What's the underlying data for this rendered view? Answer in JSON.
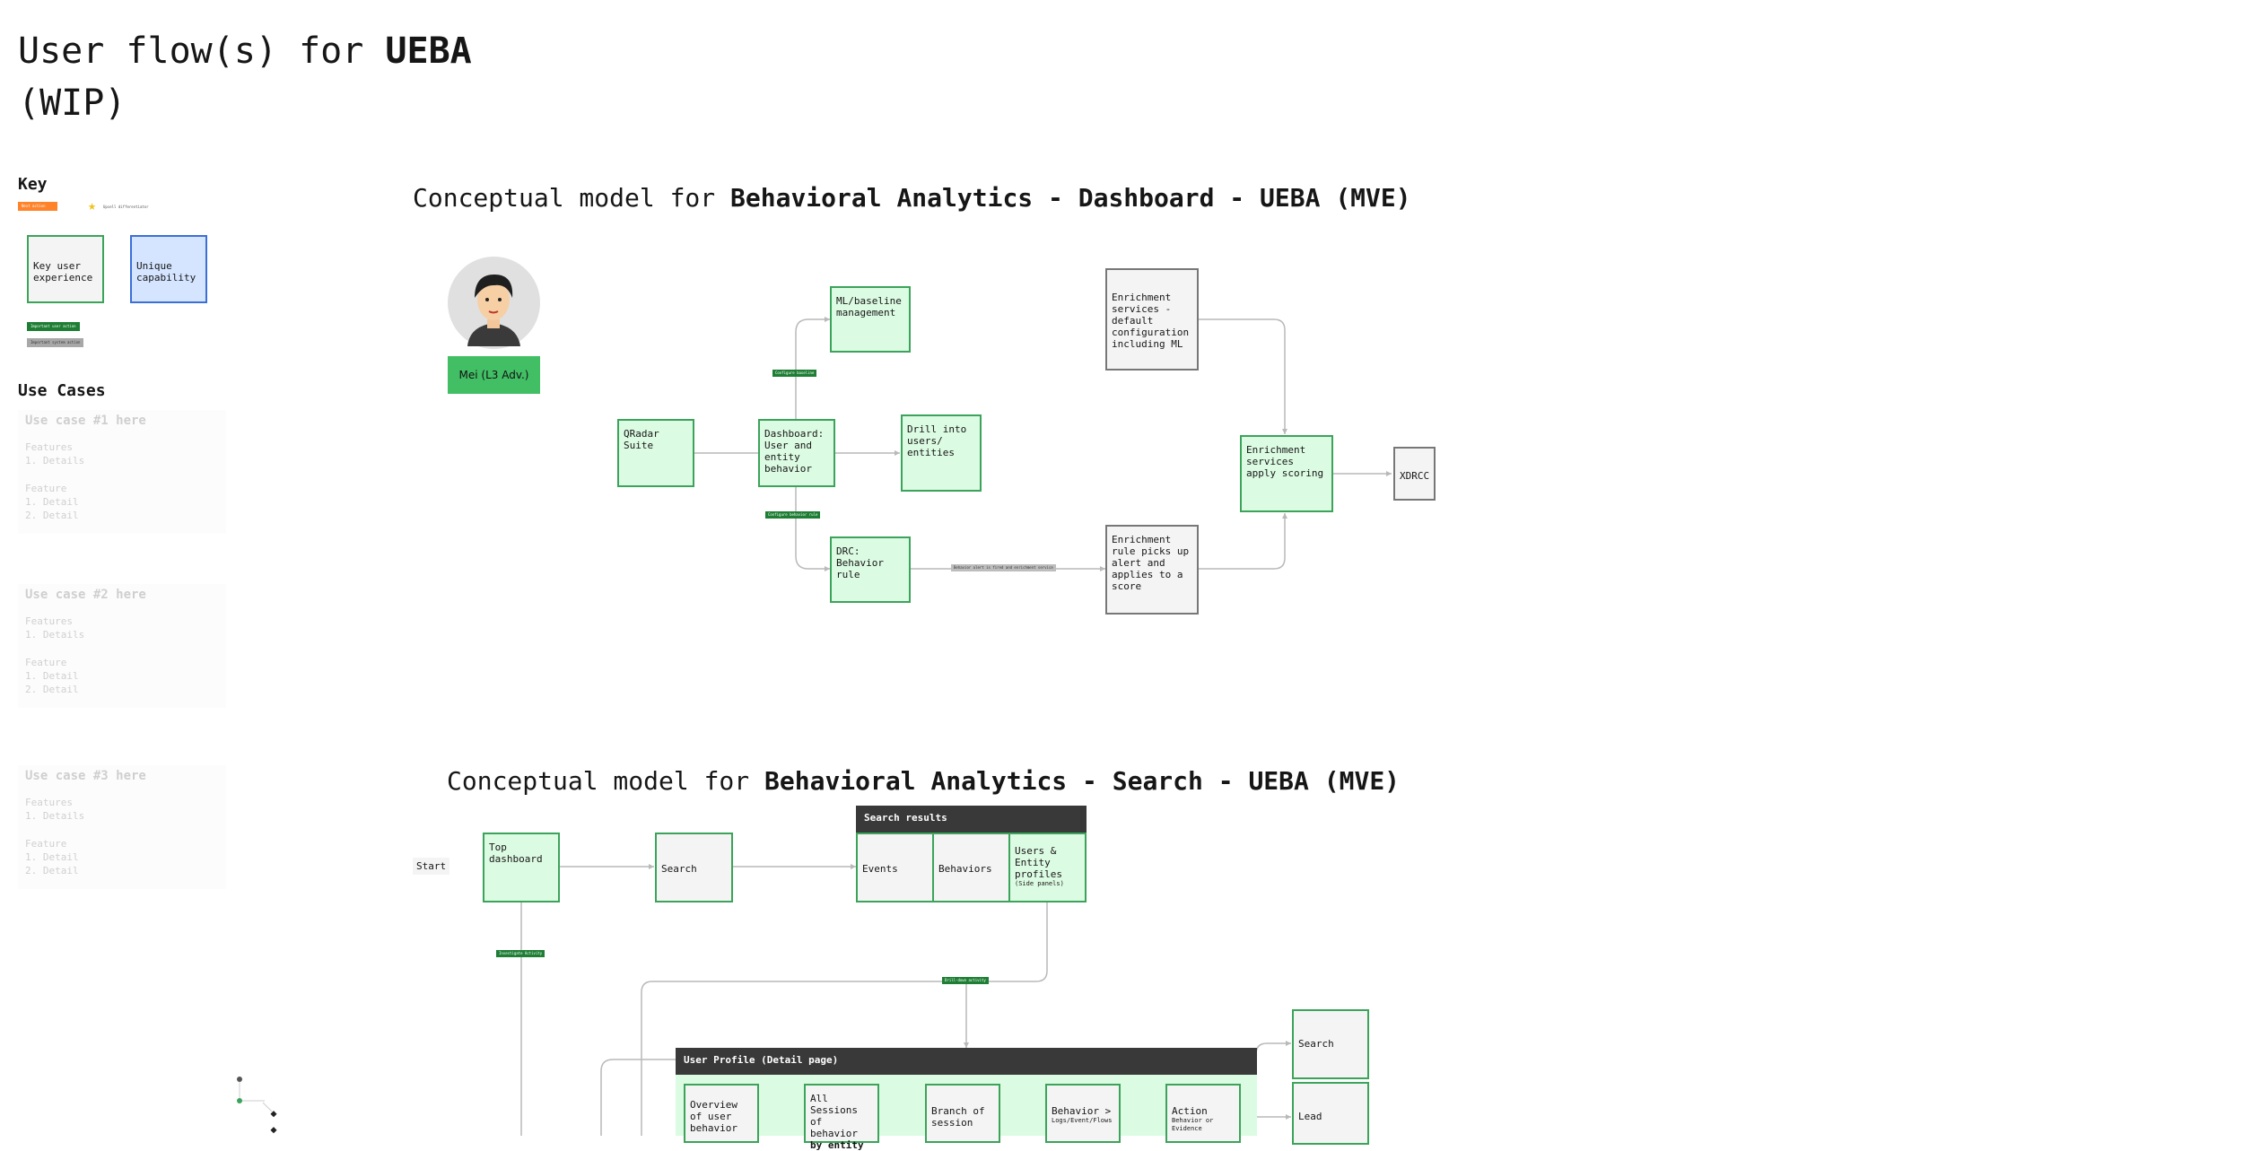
{
  "page": {
    "title_prefix": "User flow(s) for ",
    "title_bold": "UEBA",
    "title_suffix": "(WIP)"
  },
  "key": {
    "heading": "Key",
    "chip_orange": "Next action",
    "star_label": "Upsell differentiator",
    "box_green": "Key user experience",
    "box_blue": "Unique capability",
    "chip_green": "Important user action",
    "chip_grey": "Important system action"
  },
  "use_cases": {
    "heading": "Use Cases",
    "items": [
      {
        "title": "Use case #1 here",
        "features": "Features",
        "f1": "1. Details",
        "feature": "Feature",
        "d1": "1. Detail",
        "d2": "2. Detail"
      },
      {
        "title": "Use case #2 here",
        "features": "Features",
        "f1": "1. Details",
        "feature": "Feature",
        "d1": "1. Detail",
        "d2": "2. Detail"
      },
      {
        "title": "Use case #3 here",
        "features": "Features",
        "f1": "1. Details",
        "feature": "Feature",
        "d1": "1. Detail",
        "d2": "2. Detail"
      }
    ]
  },
  "dashboard": {
    "heading_prefix": "Conceptual model for ",
    "heading_bold": "Behavioral Analytics - Dashboard - UEBA (MVE)",
    "persona": "Mei (L3 Adv.)",
    "nodes": {
      "qradar": "QRadar Suite",
      "dash": "Dashboard: User and entity behavior",
      "ml": "ML/baseline management",
      "drill": "Drill into users/ entities",
      "drc": "DRC: Behavior rule",
      "enrich_default": "Enrichment services - default configuration including ML",
      "enrich_rule": "Enrichment rule picks up alert and applies to a score",
      "enrich_apply": "Enrichment services apply scoring",
      "xdrcc": "XDRCC"
    },
    "labels": {
      "configure": "Configure baseline",
      "configure_rule": "Configure behavior rule",
      "grey": "Behavior alert is fired and enrichment service"
    }
  },
  "search": {
    "heading_prefix": "Conceptual model for ",
    "heading_bold": "Behavioral Analytics - Search - UEBA (MVE)",
    "start": "Start",
    "nodes": {
      "top": "Top dashboard",
      "search": "Search",
      "results_bar": "Search results",
      "events": "Events",
      "behaviors": "Behaviors",
      "users": "Users & Entity profiles",
      "users_sub": "(Side panels)",
      "profile_bar": "User Profile (Detail page)",
      "overview": "Overview of user behavior",
      "sessions_a": "All Sessions of behavior ",
      "sessions_b": "by entity",
      "branch": "Branch of session",
      "behavior": "Behavior >",
      "behavior_sub": "Logs/Event/Flows",
      "action": "Action",
      "action_sub": "Behavior or Evidence",
      "r_search": "Search",
      "r_lead": "Lead"
    },
    "labels": {
      "investigate": "Investigate Activity",
      "drilldown": "Drill-down activity"
    }
  },
  "colors": {
    "green_border": "#3ca35a",
    "green_fill": "#dcfbe3",
    "dark_green": "#1e7e34",
    "orange": "#ff832b",
    "blue_fill": "#d5e5ff",
    "dark_bar": "#393939"
  }
}
